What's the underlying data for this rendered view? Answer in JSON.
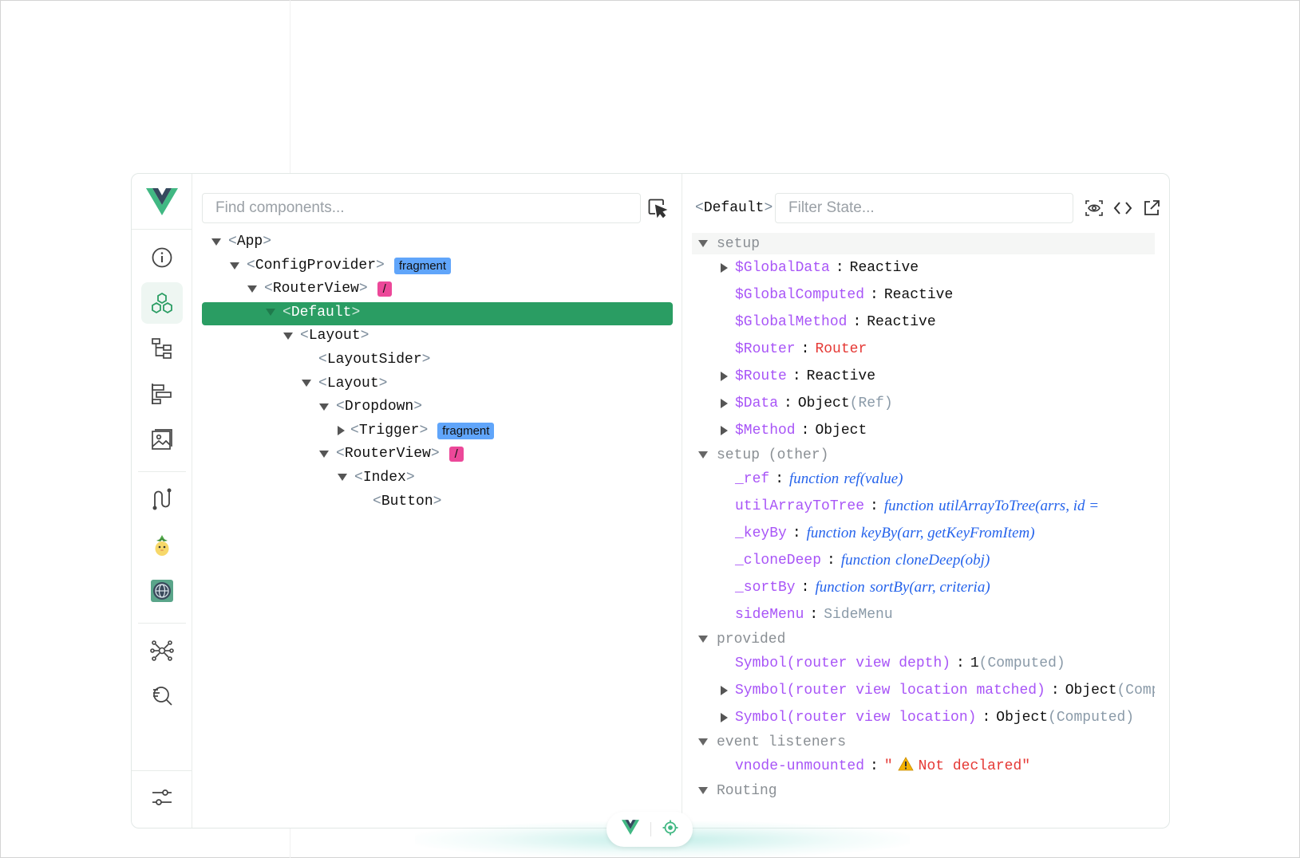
{
  "tree_pane": {
    "search_placeholder": "Find components...",
    "rows": [
      {
        "name": "App"
      },
      {
        "name": "ConfigProvider",
        "badge": "fragment"
      },
      {
        "name": "RouterView",
        "badge": "/"
      },
      {
        "name": "Default"
      },
      {
        "name": "Layout"
      },
      {
        "name": "LayoutSider"
      },
      {
        "name": "Layout"
      },
      {
        "name": "Dropdown"
      },
      {
        "name": "Trigger",
        "badge": "fragment"
      },
      {
        "name": "RouterView",
        "badge": "/"
      },
      {
        "name": "Index"
      },
      {
        "name": "Button"
      }
    ]
  },
  "state_pane": {
    "component_name": "Default",
    "filter_placeholder": "Filter State...",
    "sections": {
      "setup": "setup",
      "setup_other": "setup (other)",
      "provided": "provided",
      "event_listeners": "event listeners",
      "routing": "Routing"
    },
    "setup_props": [
      {
        "key": "$GlobalData",
        "value": "Reactive"
      },
      {
        "key": "$GlobalComputed",
        "value": "Reactive"
      },
      {
        "key": "$GlobalMethod",
        "value": "Reactive"
      },
      {
        "key": "$Router",
        "value": "Router"
      },
      {
        "key": "$Route",
        "value": "Reactive"
      },
      {
        "key": "$Data",
        "value": "Object",
        "suffix": "(Ref)"
      },
      {
        "key": "$Method",
        "value": "Object"
      }
    ],
    "other_props": [
      {
        "key": "_ref",
        "fn_kw": "function",
        "fn_sig": "ref(value)"
      },
      {
        "key": "utilArrayToTree",
        "fn_kw": "function",
        "fn_sig": "utilArrayToTree(arrs, id ="
      },
      {
        "key": "_keyBy",
        "fn_kw": "function",
        "fn_sig": "keyBy(arr, getKeyFromItem)"
      },
      {
        "key": "_cloneDeep",
        "fn_kw": "function",
        "fn_sig": "cloneDeep(obj)"
      },
      {
        "key": "_sortBy",
        "fn_kw": "function",
        "fn_sig": "sortBy(arr, criteria)"
      },
      {
        "key": "sideMenu",
        "value": "SideMenu"
      }
    ],
    "provided_props": [
      {
        "key": "Symbol(router view depth)",
        "value": "1",
        "suffix": "(Computed)"
      },
      {
        "key": "Symbol(router view location matched)",
        "value": "Object",
        "suffix": "(Compu"
      },
      {
        "key": "Symbol(router view location)",
        "value": "Object",
        "suffix": "(Computed)"
      }
    ],
    "event_props": [
      {
        "key": "vnode-unmounted",
        "value_open": "\"",
        "value_text": "Not declared\""
      }
    ]
  },
  "colors": {
    "vue_green": "#41b883",
    "vue_dark": "#35495e",
    "selected_row": "#2a9d63",
    "fragment_badge": "#60a5fa",
    "route_badge": "#ec4899",
    "key_purple": "#a855f7",
    "function_blue": "#2563eb",
    "error_red": "#e53935"
  },
  "icons": {
    "sidebar": [
      "vue-logo-icon",
      "info-icon",
      "components-icon",
      "tree-icon",
      "timeline-icon",
      "assets-icon",
      "router-icon",
      "pinia-icon",
      "globe-plugin-icon",
      "graph-icon",
      "inspect-icon",
      "settings-icon"
    ],
    "state_header": [
      "eye-scan-icon",
      "code-icon",
      "open-external-icon"
    ],
    "floating_bar": [
      "vue-logo-icon",
      "target-icon"
    ]
  }
}
